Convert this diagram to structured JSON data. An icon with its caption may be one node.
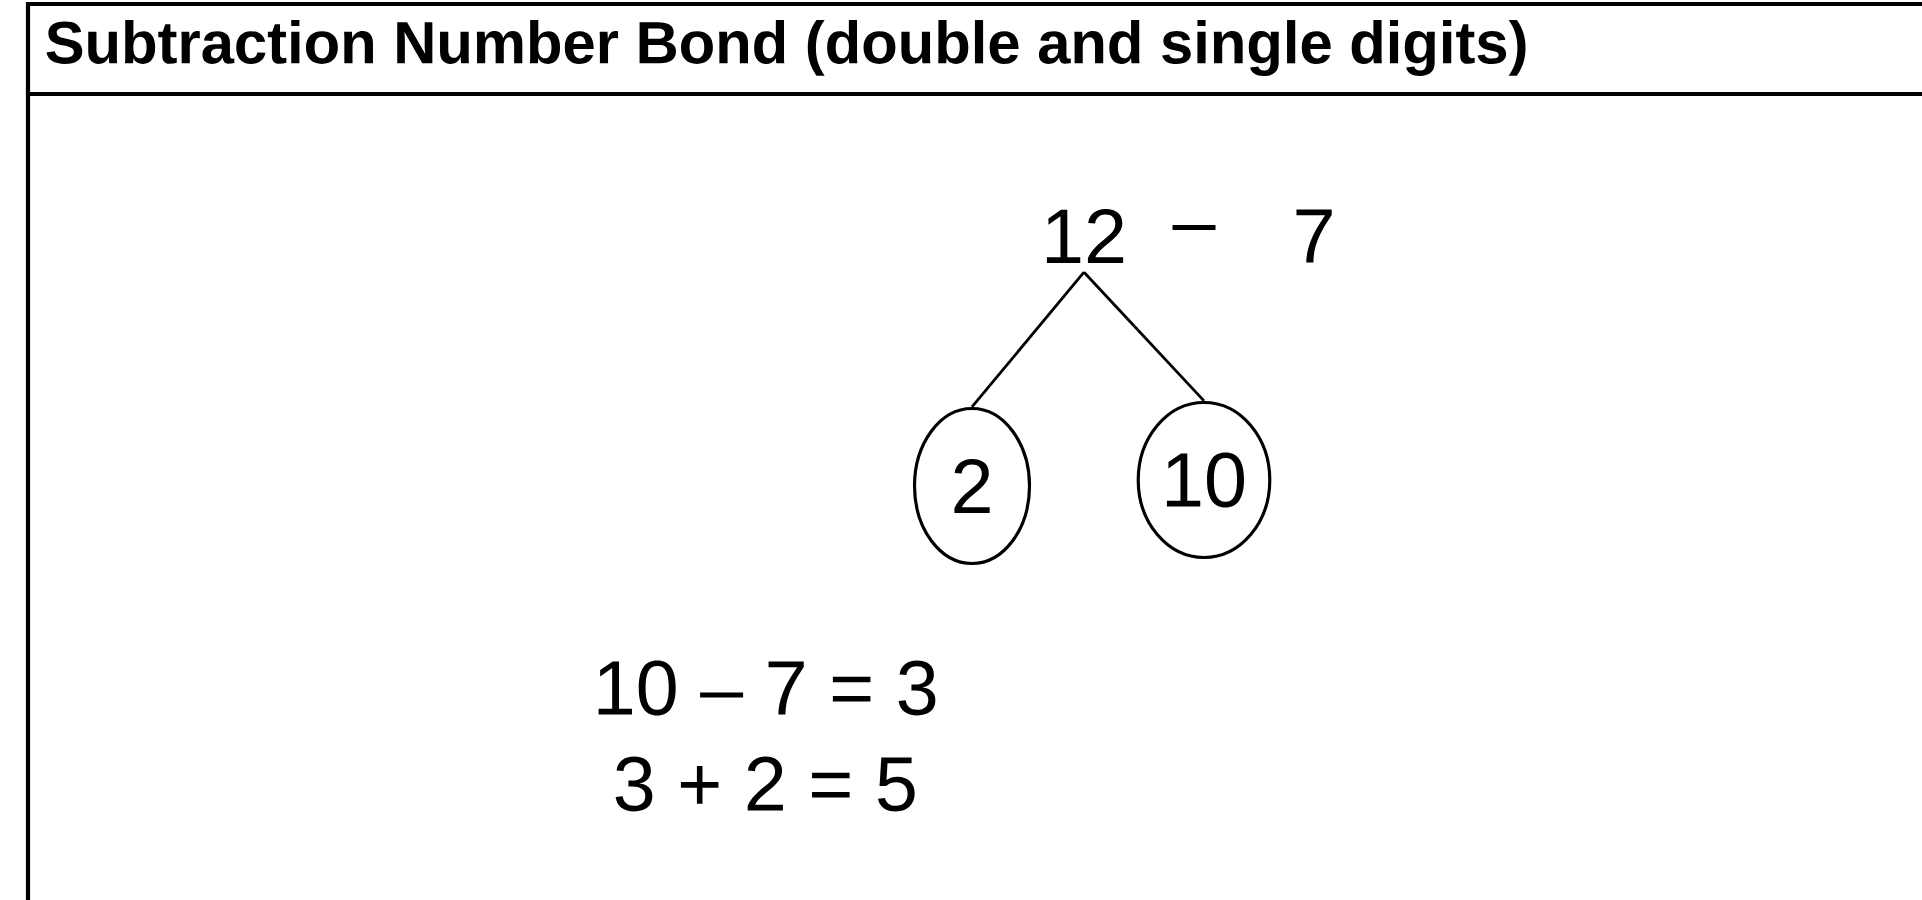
{
  "diagram": {
    "title": "Subtraction Number Bond (double and single digits)",
    "nodes": [
      {
        "text": [
          "12"
        ]
      },
      {
        "text": [
          "2"
        ]
      },
      {
        "text": [
          "10"
        ]
      }
    ],
    "edges": [
      {
        "from": 0,
        "to": 1,
        "arrow": "none"
      },
      {
        "from": 0,
        "to": 2,
        "arrow": "none"
      }
    ],
    "labels": [
      "–",
      "7",
      "10 – 7 = 3",
      "3 + 2 = 5"
    ]
  }
}
